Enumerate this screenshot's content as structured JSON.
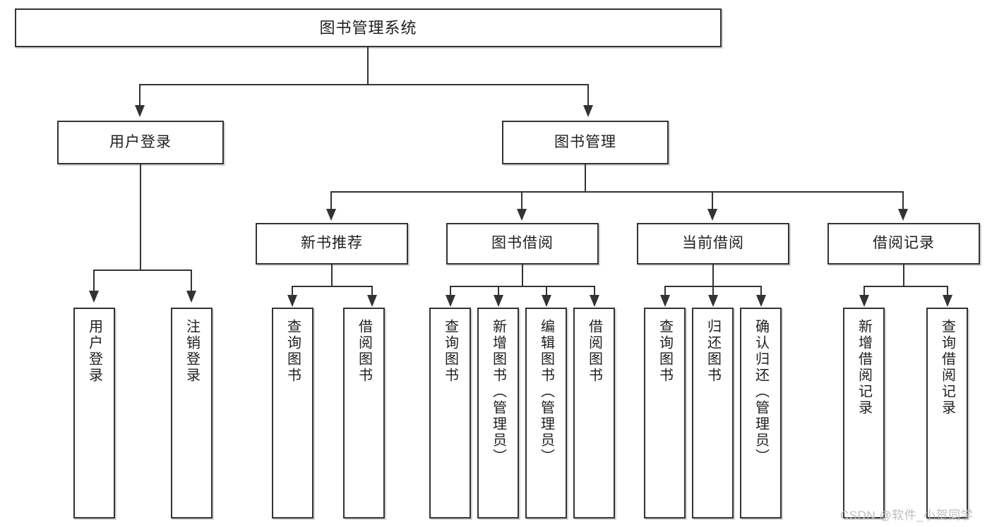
{
  "diagram": {
    "type": "tree-hierarchy-chart",
    "title": "图书管理系统",
    "accent_color": "#333333",
    "background_color": "#ffffff",
    "watermark": "CSDN @软件_小贺同学",
    "nodes": {
      "root": {
        "label": "图书管理系统"
      },
      "level2": [
        {
          "label": "用户登录"
        },
        {
          "label": "图书管理"
        }
      ],
      "level3": [
        {
          "label": "新书推荐"
        },
        {
          "label": "图书借阅"
        },
        {
          "label": "当前借阅"
        },
        {
          "label": "借阅记录"
        }
      ],
      "leaves": {
        "user_login": [
          {
            "label": "用户登录"
          },
          {
            "label": "注销登录"
          }
        ],
        "new_book": [
          {
            "label": "查询图书"
          },
          {
            "label": "借阅图书"
          }
        ],
        "book_borrow": [
          {
            "label": "查询图书"
          },
          {
            "label": "新增图书（管理员）"
          },
          {
            "label": "编辑图书（管理员）"
          },
          {
            "label": "借阅图书"
          }
        ],
        "current_borrow": [
          {
            "label": "查询图书"
          },
          {
            "label": "归还图书"
          },
          {
            "label": "确认归还（管理员）"
          }
        ],
        "borrow_record": [
          {
            "label": "新增借阅记录"
          },
          {
            "label": "查询借阅记录"
          }
        ]
      }
    }
  }
}
